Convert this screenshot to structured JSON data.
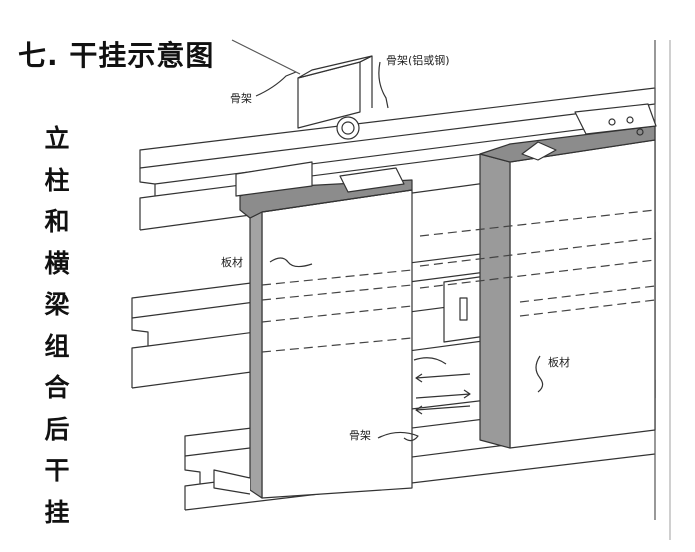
{
  "title": "七. 干挂示意图",
  "vertical_caption": [
    "立",
    "柱",
    "和",
    "横",
    "梁",
    "组",
    "合",
    "后",
    "干",
    "挂"
  ],
  "labels": {
    "frame_top": "骨架",
    "frame_top_material": "骨架(铝或钢)",
    "panel_left": "板材",
    "panel_right": "板材",
    "frame_bottom": "骨架"
  },
  "colors": {
    "line": "#333333",
    "panel_edge": "#9a9a9a",
    "panel_edge_light": "#b5b5b5",
    "panel_face": "#ffffff"
  }
}
